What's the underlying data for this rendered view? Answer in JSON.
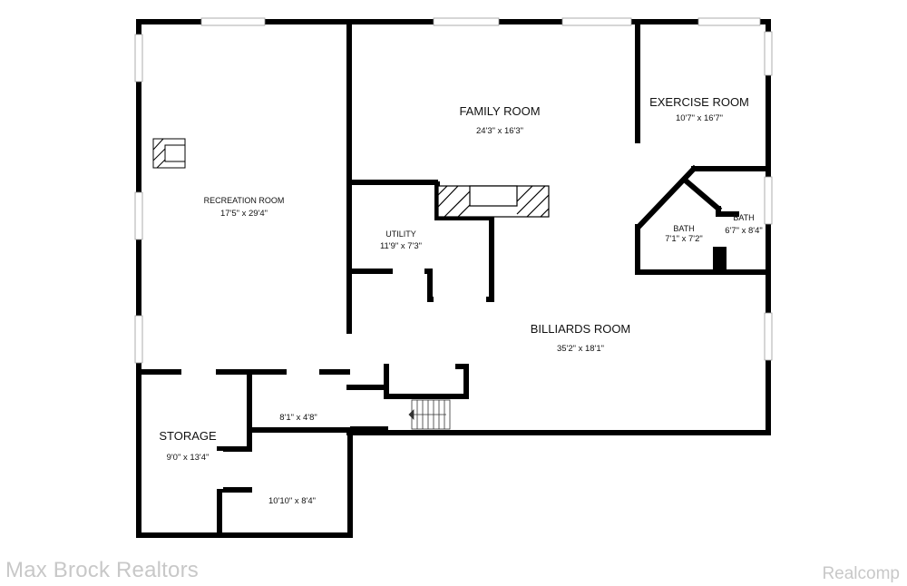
{
  "rooms": {
    "recreation": {
      "name": "RECREATION ROOM",
      "dims": "17'5\" x 29'4\""
    },
    "family": {
      "name": "FAMILY ROOM",
      "dims": "24'3\" x 16'3\""
    },
    "exercise": {
      "name": "EXERCISE ROOM",
      "dims": "10'7\" x 16'7\""
    },
    "utility": {
      "name": "UTILITY",
      "dims": "11'9\" x 7'3\""
    },
    "bath1": {
      "name": "BATH",
      "dims": "7'1\" x 7'2\""
    },
    "bath2": {
      "name": "BATH",
      "dims": "6'7\" x 8'4\""
    },
    "billiards": {
      "name": "BILLIARDS ROOM",
      "dims": "35'2\" x 18'1\""
    },
    "storage": {
      "name": "STORAGE",
      "dims": "9'0\" x 13'4\""
    },
    "closet": {
      "dims": "8'1\" x 4'8\""
    },
    "room_small": {
      "dims": "10'10\" x 8'4\""
    }
  },
  "watermarks": {
    "left": "Max Brock Realtors",
    "right": "Realcomp"
  }
}
